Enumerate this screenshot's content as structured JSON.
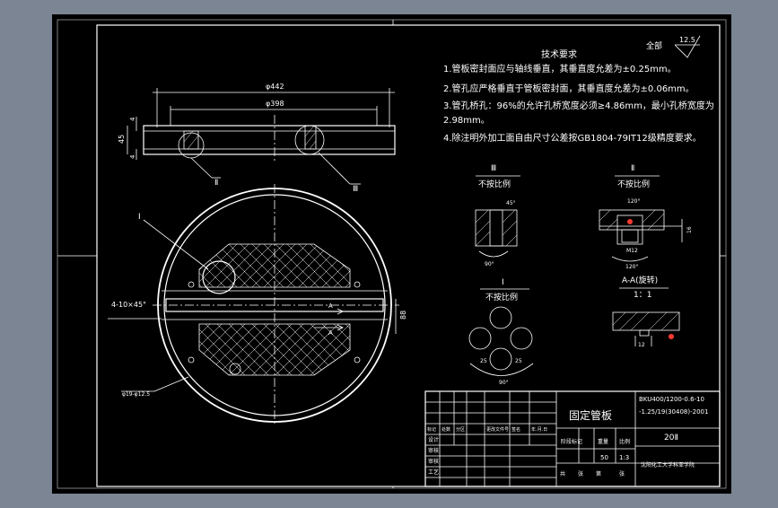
{
  "tech_req": {
    "title": "技术要求",
    "items": [
      "1.管板密封面应与轴线垂直，其垂直度允差为±0.25mm。",
      "2.管孔应严格垂直于管板密封面，其垂直度允差为±0.06mm。",
      "3.管孔桥孔：96%的允许孔桥宽度必须≥4.86mm，最小孔桥宽度为",
      "2.98mm。",
      "4.除注明外加工面自由尺寸公差按GB1804-79IT12级精度要求。"
    ]
  },
  "roughness": {
    "label": "全部",
    "value": "12.5"
  },
  "dims": {
    "d442": "φ442",
    "d398": "φ398",
    "t45": "45",
    "t4a": "4",
    "t4b": "4",
    "chamfer": "4-10×45°",
    "h88": "88",
    "small": "φ19-φ12.5",
    "w16": "16",
    "m12": "M12",
    "a120a": "120°",
    "a120b": "120°",
    "a90": "90°",
    "a45": "45°",
    "a90b": "90°",
    "d25a": "25",
    "d25b": "25",
    "s12": "12"
  },
  "callouts": {
    "I": "Ⅰ",
    "II": "Ⅱ",
    "III": "Ⅲ",
    "A1": "A",
    "A2": "A"
  },
  "details": {
    "d3": {
      "label": "Ⅲ",
      "scale": "不按比例"
    },
    "d2": {
      "label": "Ⅱ",
      "scale": "不按比例"
    },
    "d1": {
      "label": "Ⅰ",
      "scale": "不按比例"
    },
    "aa": {
      "label": "A-A(旋转)",
      "scale": "1：1"
    }
  },
  "title_block": {
    "name": "固定管板",
    "code1": "BKU400/1200-0.6-10",
    "code2": "-1.25/19(30408)-2001",
    "drawing_no": "20Ⅱ",
    "quantity": "50",
    "scale": "1:3",
    "company": "沈阳化工大学科亚学院",
    "headers": [
      "标记",
      "处数",
      "分区",
      "更改文件号",
      "签名",
      "年.月.日"
    ],
    "rows": [
      "设计",
      "审核",
      "审核",
      "工艺"
    ],
    "stage": "阶段标记",
    "weight": "重量",
    "ratio": "比例",
    "sheets": [
      "共",
      "张",
      "第",
      "张"
    ]
  }
}
